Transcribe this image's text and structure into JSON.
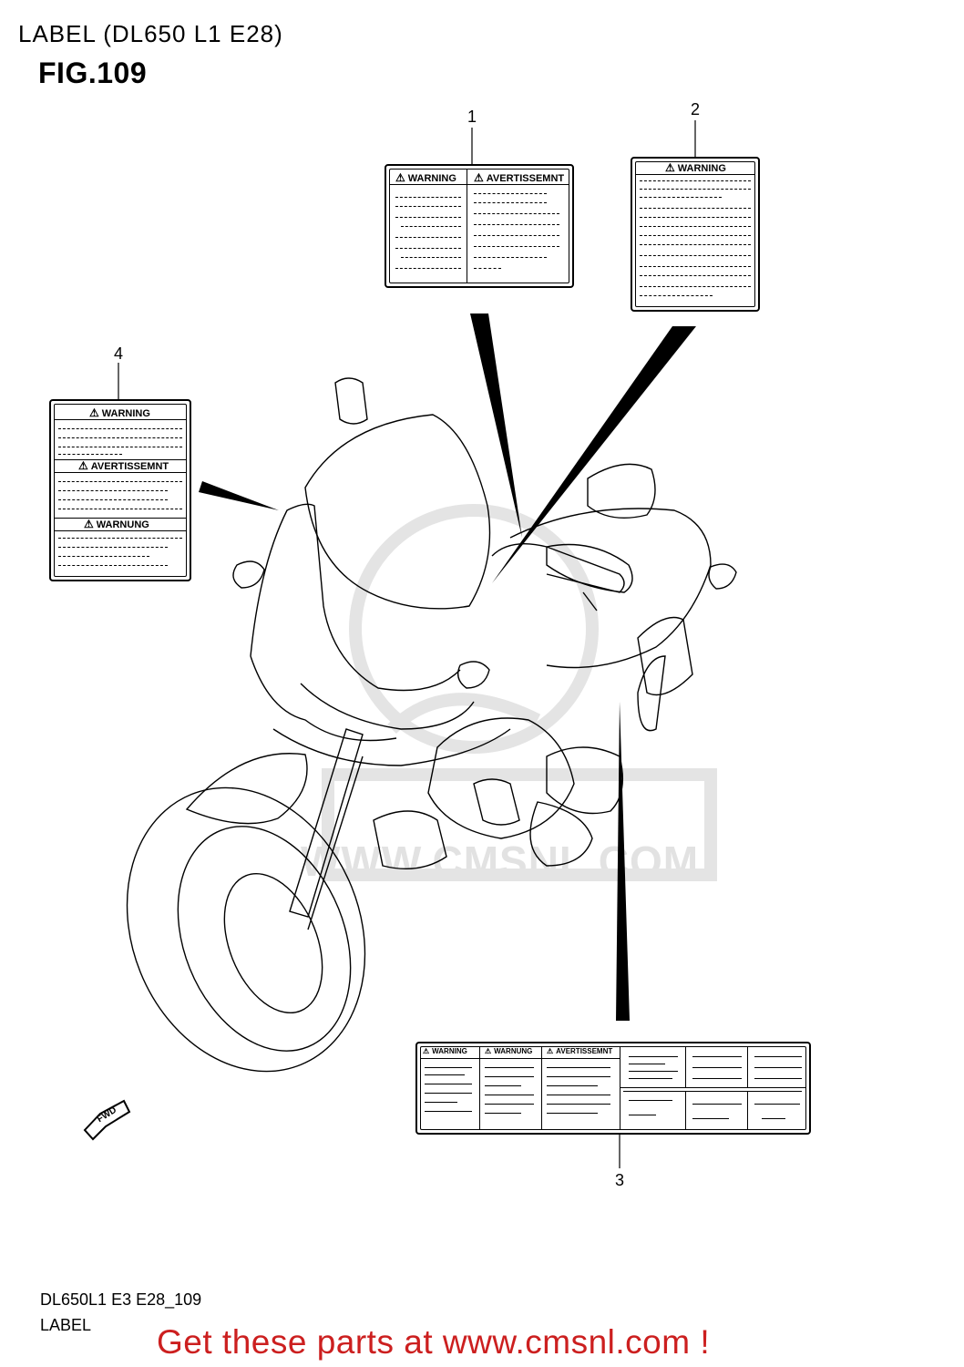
{
  "header": {
    "title": "LABEL (DL650 L1 E28)",
    "figure": "FIG.109"
  },
  "callouts": [
    "1",
    "2",
    "3",
    "4"
  ],
  "labels": {
    "l1": {
      "left": "WARNING",
      "right": "AVERTISSEMNT"
    },
    "l2": {
      "head": "WARNING"
    },
    "l3": {
      "col1": "WARNING",
      "col2": "WARNUNG",
      "col3": "AVERTISSEMNT"
    },
    "l4": {
      "head1": "WARNING",
      "head2": "AVERTISSEMNT",
      "head3": "WARNUNG"
    }
  },
  "fwd_label": "FWD",
  "watermark": "WWW.CMSNL.COM",
  "footer": {
    "code": "DL650L1 E3 E28_109",
    "name": "LABEL",
    "promo": "Get these parts at www.cmsnl.com !"
  },
  "colors": {
    "promo": "#cc1f1f",
    "watermark": "#e2e2e2"
  }
}
